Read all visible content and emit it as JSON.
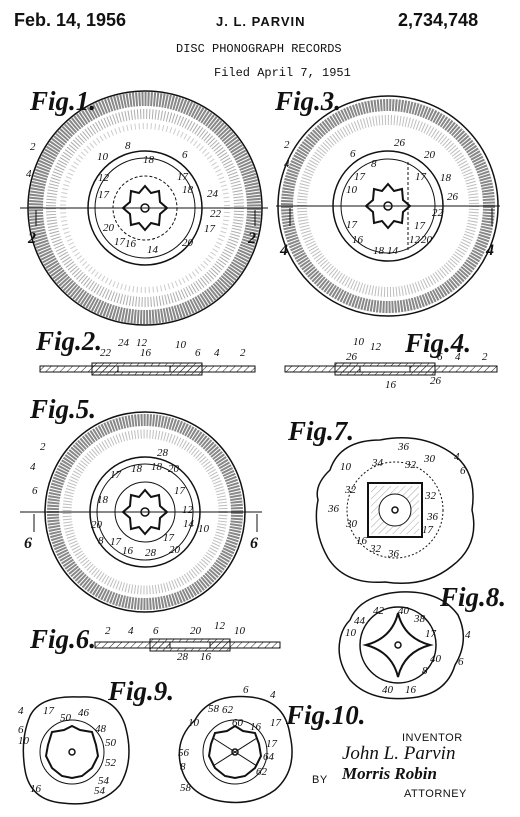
{
  "header": {
    "date": "Feb. 14, 1956",
    "inventor_name": "J. L. PARVIN",
    "patent_number": "2,734,748",
    "title": "DISC PHONOGRAPH RECORDS",
    "filed": "Filed April 7, 1951"
  },
  "figures": {
    "fig1": "Fig.1.",
    "fig2": "Fig.2.",
    "fig3": "Fig.3.",
    "fig4": "Fig.4.",
    "fig5": "Fig.5.",
    "fig6": "Fig.6.",
    "fig7": "Fig.7.",
    "fig8": "Fig.8.",
    "fig9": "Fig.9.",
    "fig10": "Fig.10."
  },
  "section_marks": {
    "fig1_left": "2",
    "fig1_right": "2",
    "fig3_left": "4",
    "fig3_right": "4",
    "fig5_left": "6",
    "fig5_right": "6"
  },
  "signature": {
    "inventor_label": "INVENTOR",
    "inventor": "John L. Parvin",
    "by": "BY",
    "attorney_signature": "Morris Robin",
    "attorney_label": "ATTORNEY"
  }
}
